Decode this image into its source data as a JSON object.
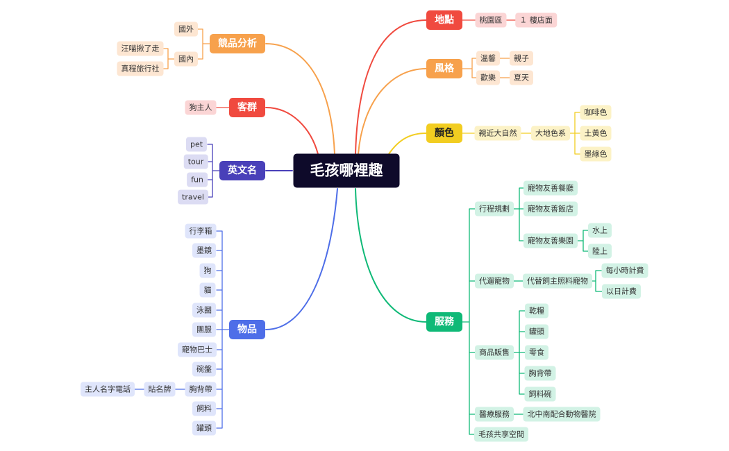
{
  "root": {
    "label": "毛孩哪裡趣"
  },
  "branches": {
    "location": {
      "label": "地點",
      "color": "#f04a3f",
      "items": [
        {
          "label": "桃園區",
          "children": [
            {
              "label": "１ 樓店面"
            }
          ]
        }
      ]
    },
    "style": {
      "label": "風格",
      "color": "#f7a14c",
      "items": [
        {
          "label": "溫馨",
          "children": [
            {
              "label": "親子"
            }
          ]
        },
        {
          "label": "歡樂",
          "children": [
            {
              "label": "夏天"
            }
          ]
        }
      ]
    },
    "color": {
      "label": "顏色",
      "color": "#f2cd21",
      "items": [
        {
          "label": "親近大自然",
          "children": [
            {
              "label": "大地色系",
              "children": [
                {
                  "label": "咖啡色"
                },
                {
                  "label": "土黃色"
                },
                {
                  "label": "墨綠色"
                }
              ]
            }
          ]
        }
      ]
    },
    "services": {
      "label": "服務",
      "color": "#0fb977",
      "items": [
        {
          "label": "行程規劃",
          "children": [
            {
              "label": "寵物友善餐廳"
            },
            {
              "label": "寵物友善飯店"
            },
            {
              "label": "寵物友善樂園",
              "children": [
                {
                  "label": "水上"
                },
                {
                  "label": "陸上"
                }
              ]
            }
          ]
        },
        {
          "label": "代遛寵物",
          "children": [
            {
              "label": "代替飼主照料寵物",
              "children": [
                {
                  "label": "每小時計費"
                },
                {
                  "label": "以日計費"
                }
              ]
            }
          ]
        },
        {
          "label": "商品販售",
          "children": [
            {
              "label": "乾糧"
            },
            {
              "label": "罐頭"
            },
            {
              "label": "零食"
            },
            {
              "label": "胸背帶"
            },
            {
              "label": "飼料碗"
            }
          ]
        },
        {
          "label": "醫療服務",
          "children": [
            {
              "label": "北中南配合動物醫院"
            }
          ]
        },
        {
          "label": "毛孩共享空間"
        }
      ]
    },
    "competitors": {
      "label": "競品分析",
      "color": "#f7a14c",
      "items": [
        {
          "label": "國外"
        },
        {
          "label": "國內",
          "children": [
            {
              "label": "汪喵揪了走"
            },
            {
              "label": "真程旅行社"
            }
          ]
        }
      ]
    },
    "customers": {
      "label": "客群",
      "color": "#f04a3f",
      "items": [
        {
          "label": "狗主人"
        }
      ]
    },
    "english_name": {
      "label": "英文名",
      "color": "#4940b9",
      "items": [
        {
          "label": "pet"
        },
        {
          "label": "tour"
        },
        {
          "label": "fun"
        },
        {
          "label": "travel"
        }
      ]
    },
    "items": {
      "label": "物品",
      "color": "#4e6ee8",
      "items": [
        {
          "label": "行李箱"
        },
        {
          "label": "墨鏡"
        },
        {
          "label": "狗"
        },
        {
          "label": "貓"
        },
        {
          "label": "泳圈"
        },
        {
          "label": "團服"
        },
        {
          "label": "寵物巴士"
        },
        {
          "label": "碗盤"
        },
        {
          "label": "胸背帶",
          "children": [
            {
              "label": "貼名牌",
              "children": [
                {
                  "label": "主人名字電話"
                }
              ]
            }
          ]
        },
        {
          "label": "飼料"
        },
        {
          "label": "罐頭"
        }
      ]
    }
  }
}
